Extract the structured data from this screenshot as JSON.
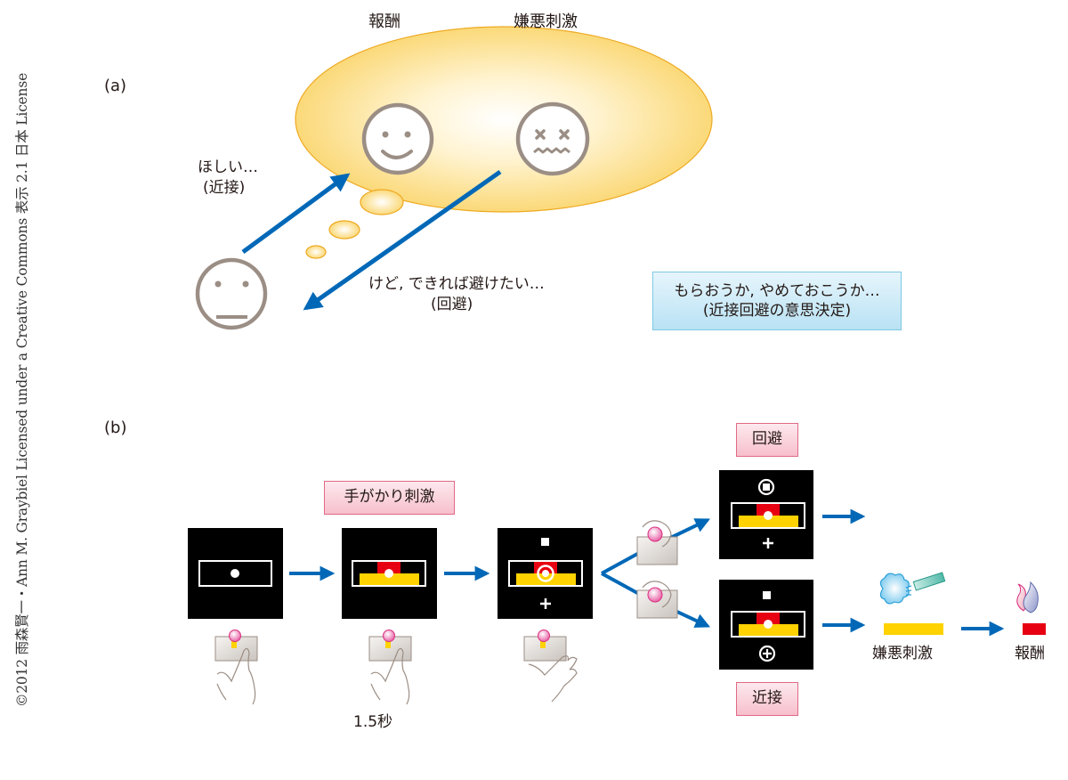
{
  "copyright": "©2012 雨森賢一・Ann M. Graybiel Licensed under a Creative Commons 表示 2.1 日本 License",
  "panel_a": {
    "label": "(a)",
    "reward_label": "報酬",
    "aversive_label": "嫌悪刺激",
    "approach_text": [
      "ほしい…",
      "(近接)"
    ],
    "avoid_text": [
      "けど, できれば避けたい…",
      "(回避)"
    ],
    "decision_box": [
      "もらおうか, やめておこうか…",
      "(近接回避の意思決定)"
    ],
    "faces": [
      {
        "name": "reward-face",
        "expression": "smile"
      },
      {
        "name": "aversive-face",
        "expression": "disgust"
      },
      {
        "name": "subject-face",
        "expression": "neutral"
      }
    ]
  },
  "panel_b": {
    "label": "(b)",
    "cue_label": "手がかり刺激",
    "avoid_label": "回避",
    "approach_label": "近接",
    "duration_label": "1.5秒",
    "outcome_aversive_label": "嫌悪刺激",
    "outcome_reward_label": "報酬",
    "colors": {
      "reward_bar": "#e60012",
      "aversive_bar": "#ffd200",
      "arrow": "#0068b7",
      "screen": "#000000"
    },
    "screens": [
      {
        "name": "fixation-screen",
        "stage": "fixation"
      },
      {
        "name": "cue-screen",
        "stage": "cue"
      },
      {
        "name": "choice-screen",
        "stage": "choice"
      },
      {
        "name": "avoid-result-screen",
        "stage": "avoid"
      },
      {
        "name": "approach-result-screen",
        "stage": "approach"
      }
    ]
  }
}
